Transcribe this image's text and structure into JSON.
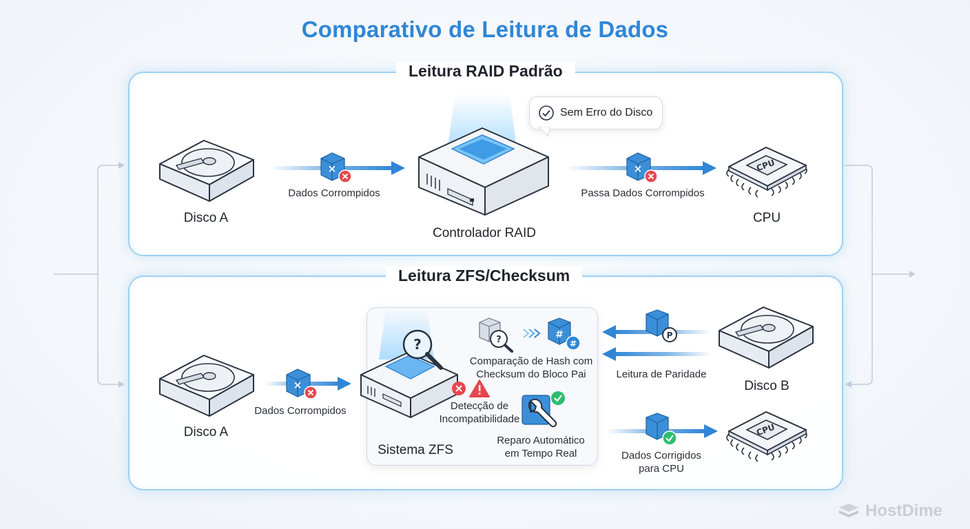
{
  "title": "Comparativo de Leitura de Dados",
  "raid": {
    "title": "Leitura RAID Padrão",
    "disk_label": "Disco A",
    "data_label": "Dados Corrompidos",
    "controller_label": "Controlador RAID",
    "callout": "Sem Erro do Disco",
    "pass_label": "Passa Dados Corrompidos",
    "cpu_label": "CPU",
    "cpu_chip_text": "CPU"
  },
  "zfs": {
    "title": "Leitura ZFS/Checksum",
    "disk_label": "Disco A",
    "data_label": "Dados Corrompidos",
    "system_label": "Sistema ZFS",
    "hash_label_1": "Comparação de Hash com",
    "hash_label_2": "Checksum do Bloco Pai",
    "detect_label_1": "Detecção de",
    "detect_label_2": "Incompatibilidade",
    "repair_label_1": "Reparo Automático",
    "repair_label_2": "em Tempo Real",
    "parity_label": "Leitura de Paridade",
    "disk_b_label": "Disco B",
    "corrected_label_1": "Dados Corrigidos",
    "corrected_label_2": "para CPU",
    "parity_badge": "P",
    "hash_badge": "#",
    "cpu_chip_text": "CPU"
  },
  "brand": {
    "name": "HostDime"
  },
  "colors": {
    "accent": "#2f86d6",
    "error": "#e5484d",
    "ok": "#2dbd6e",
    "panel_border": "#9fd0f0"
  }
}
